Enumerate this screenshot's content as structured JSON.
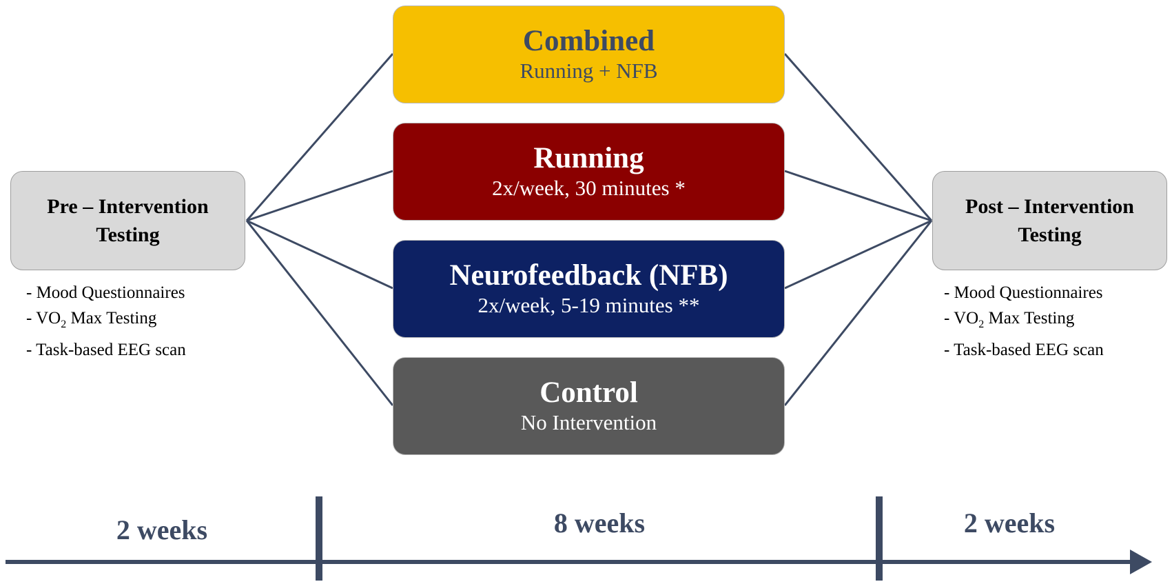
{
  "pre": {
    "title_line1": "Pre – Intervention",
    "title_line2": "Testing",
    "items": [
      {
        "text": "- Mood Questionnaires"
      },
      {
        "text_before": "- VO",
        "subscript": "2",
        "text_after": " Max Testing"
      },
      {
        "text": "- Task-based EEG scan"
      }
    ]
  },
  "post": {
    "title_line1": "Post – Intervention",
    "title_line2": "Testing",
    "items": [
      {
        "text": "- Mood Questionnaires"
      },
      {
        "text_before": "- VO",
        "subscript": "2",
        "text_after": " Max Testing"
      },
      {
        "text": "- Task-based EEG scan"
      }
    ]
  },
  "groups": [
    {
      "title": "Combined",
      "subtitle": "Running + NFB",
      "fill": "#f6bf00",
      "text_color": "#3d4a63"
    },
    {
      "title": "Running",
      "subtitle": "2x/week, 30 minutes *",
      "fill": "#8b0000",
      "text_color": "#ffffff"
    },
    {
      "title": "Neurofeedback (NFB)",
      "subtitle": "2x/week, 5-19 minutes **",
      "fill": "#0d2163",
      "text_color": "#ffffff"
    },
    {
      "title": "Control",
      "subtitle": "No Intervention",
      "fill": "#595959",
      "text_color": "#ffffff"
    }
  ],
  "timeline": {
    "phases": [
      "2 weeks",
      "8 weeks",
      "2 weeks"
    ],
    "color": "#3d4a63"
  }
}
